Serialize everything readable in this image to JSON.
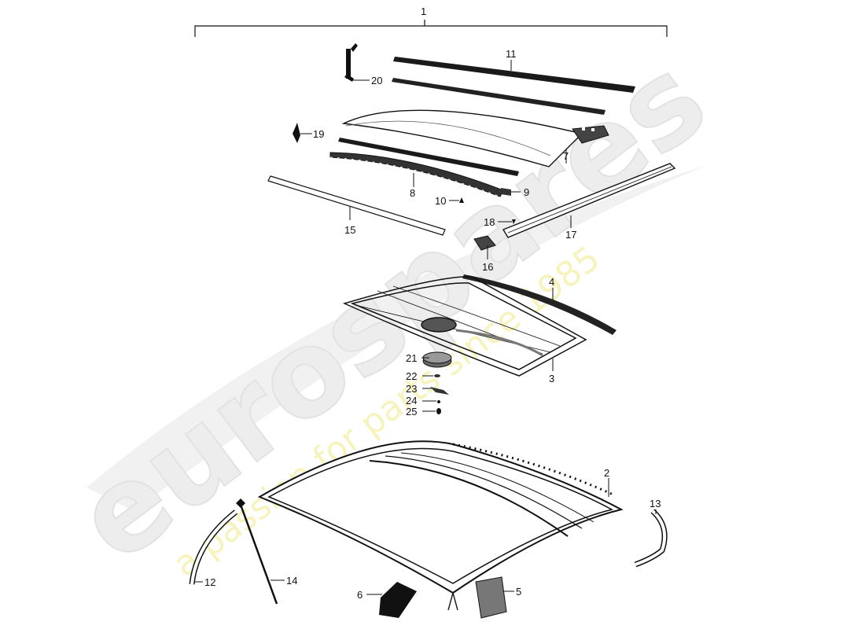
{
  "watermark": {
    "brand": "eurospares",
    "slogan": "a passion for parts since 1985"
  },
  "callouts": {
    "c1": "1",
    "c2": "2",
    "c3": "3",
    "c4": "4",
    "c5": "5",
    "c6": "6",
    "c7": "7",
    "c8": "8",
    "c9": "9",
    "c10": "10",
    "c11": "11",
    "c12": "12",
    "c13": "13",
    "c14": "14",
    "c15": "15",
    "c16": "16",
    "c17": "17",
    "c18": "18",
    "c19": "19",
    "c20": "20",
    "c21": "21",
    "c22": "22",
    "c23": "23",
    "c24": "24",
    "c25": "25"
  }
}
